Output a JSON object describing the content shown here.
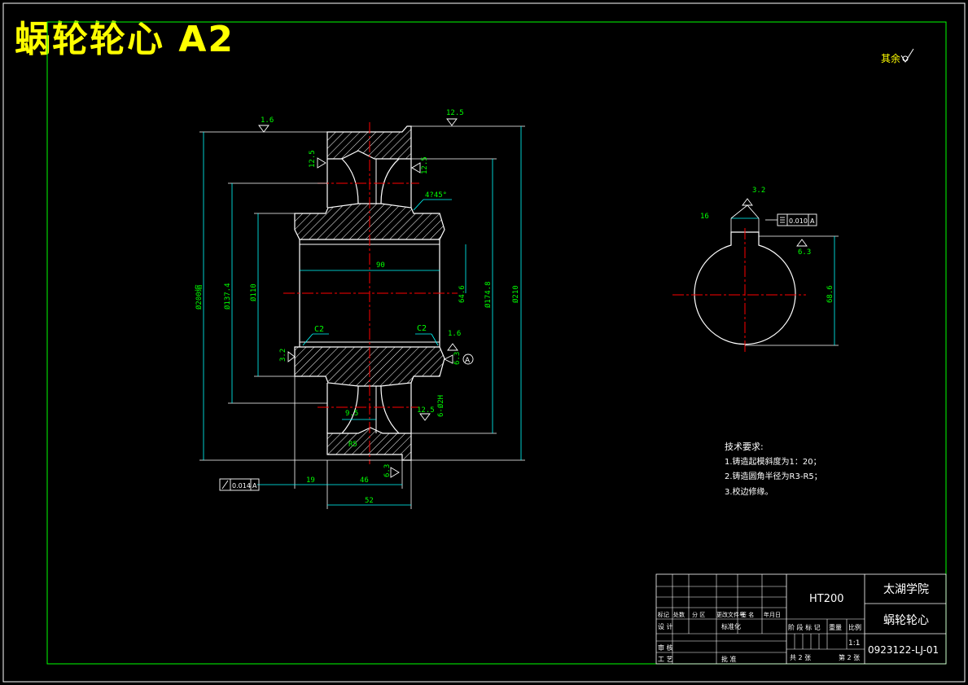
{
  "title": "蜗轮轮心 A2",
  "roughness_note": "其余",
  "dims": {
    "d_outer": "Ø200缩",
    "d_137": "Ø137.4",
    "d_110": "Ø110",
    "d_64": "64.6",
    "d_174": "Ø174.8",
    "d_210": "Ø210",
    "len_90": "90",
    "len_19": "19",
    "len_46": "46",
    "len_52": "52",
    "len_9_5": "9.5",
    "chamfer1": "C2",
    "chamfer2": "C2",
    "chamfer_note": "4?45°",
    "r5": "R5",
    "n6": "6-Ø2H",
    "key_width": "16",
    "key_depth": "68.6",
    "tol_sym": "0.010",
    "tol_runout": "0.014",
    "datum": "A"
  },
  "roughness": [
    "1.6",
    "12.5",
    "12.5",
    "12.5",
    "3.2",
    "1.6",
    "6.3",
    "12.5",
    "6.3",
    "3.2",
    "6.3"
  ],
  "tech": {
    "heading": "技术要求:",
    "items": [
      "1.铸造起模斜度为1：20；",
      "2.铸造圆角半径为R3-R5；",
      "3.校边修缘。"
    ]
  },
  "titleblock": {
    "material": "HT200",
    "school": "太湖学院",
    "part_name": "蜗轮轮心",
    "drawing_no": "0923122-LJ-01",
    "scale": "1:1",
    "scale_label": "比例",
    "weight_label": "重量",
    "stage_label": "阶 段 标 记",
    "sheets_total": "共 2 张",
    "sheet_no": "第 2 张",
    "row_labels": [
      "标记",
      "处数",
      "分 区",
      "更改文件号",
      "签 名",
      "年月日"
    ],
    "design": "设 计",
    "standard": "标准化",
    "review": "审 核",
    "process": "工 艺",
    "approve": "批 准"
  },
  "colors": {
    "frame": "#00ff00",
    "outline": "#ffffff",
    "center": "#ff0000",
    "dim": "#00ffff",
    "title": "#ffff00"
  }
}
